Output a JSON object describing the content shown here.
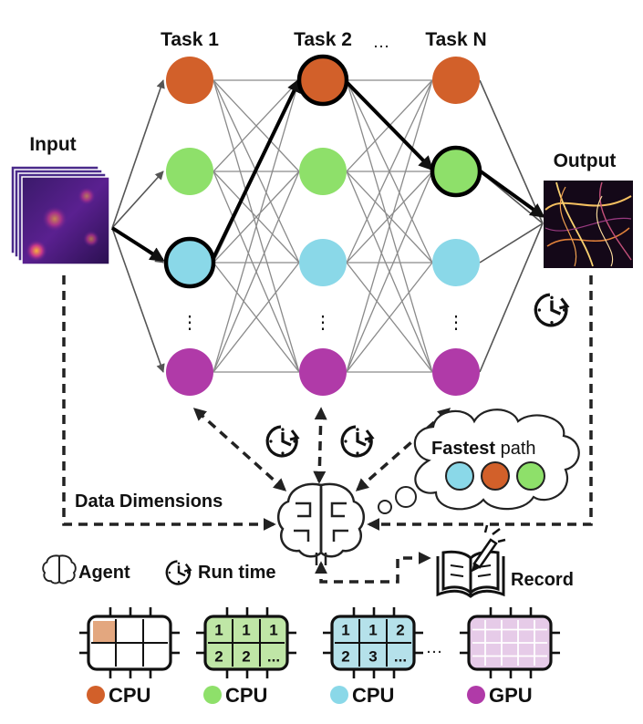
{
  "tasks": {
    "task1": "Task 1",
    "task2": "Task 2",
    "ellipsis": "…",
    "taskN": "Task N"
  },
  "io": {
    "input": "Input",
    "output": "Output"
  },
  "labels": {
    "data_dimensions": "Data Dimensions",
    "agent": "Agent",
    "run_time": "Run time",
    "record": "Record",
    "fastest_bold": "Fastest",
    "fastest_rest": " path"
  },
  "colors": {
    "cpu_orange": "#d2602a",
    "cpu_green": "#8ee06a",
    "cpu_cyan": "#8ad8e8",
    "gpu_purple": "#b03aa8",
    "edge": "#8a8a8a",
    "chip_orange_cell": "#e3a77f",
    "chip_green_fill": "#bfe6a6",
    "chip_cyan_fill": "#b5e1ea",
    "chip_purple_fill": "#e6cbe8"
  },
  "fastest_path_colors": [
    "cyan",
    "orange",
    "green"
  ],
  "chips": [
    {
      "label": "CPU",
      "color": "orange",
      "cells": [
        "",
        "",
        "",
        "",
        "",
        ""
      ]
    },
    {
      "label": "CPU",
      "color": "green",
      "cells": [
        "1",
        "1",
        "1",
        "2",
        "2",
        "..."
      ]
    },
    {
      "label": "CPU",
      "color": "cyan",
      "cells": [
        "1",
        "1",
        "2",
        "2",
        "3",
        "..."
      ]
    },
    {
      "label": "GPU",
      "color": "purple",
      "cells": []
    }
  ],
  "chips_ellipsis": "…",
  "column_dots": "⋮"
}
